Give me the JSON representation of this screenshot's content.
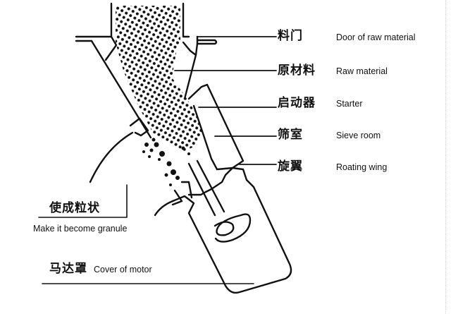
{
  "diagram": {
    "title": "Granulator cross-section",
    "callouts": [
      {
        "id": "door",
        "zh": "料门",
        "en": "Door of raw material"
      },
      {
        "id": "raw",
        "zh": "原材料",
        "en": "Raw material"
      },
      {
        "id": "starter",
        "zh": "启动器",
        "en": "Starter"
      },
      {
        "id": "sieve",
        "zh": "筛室",
        "en": "Sieve room"
      },
      {
        "id": "wing",
        "zh": "旋翼",
        "en": "Roating wing"
      }
    ],
    "granule": {
      "zh": "使成粒状",
      "en": "Make it become granule"
    },
    "motor": {
      "zh": "马达罩",
      "en": "Cover of motor"
    },
    "colors": {
      "ink": "#111111",
      "background": "#ffffff"
    }
  }
}
